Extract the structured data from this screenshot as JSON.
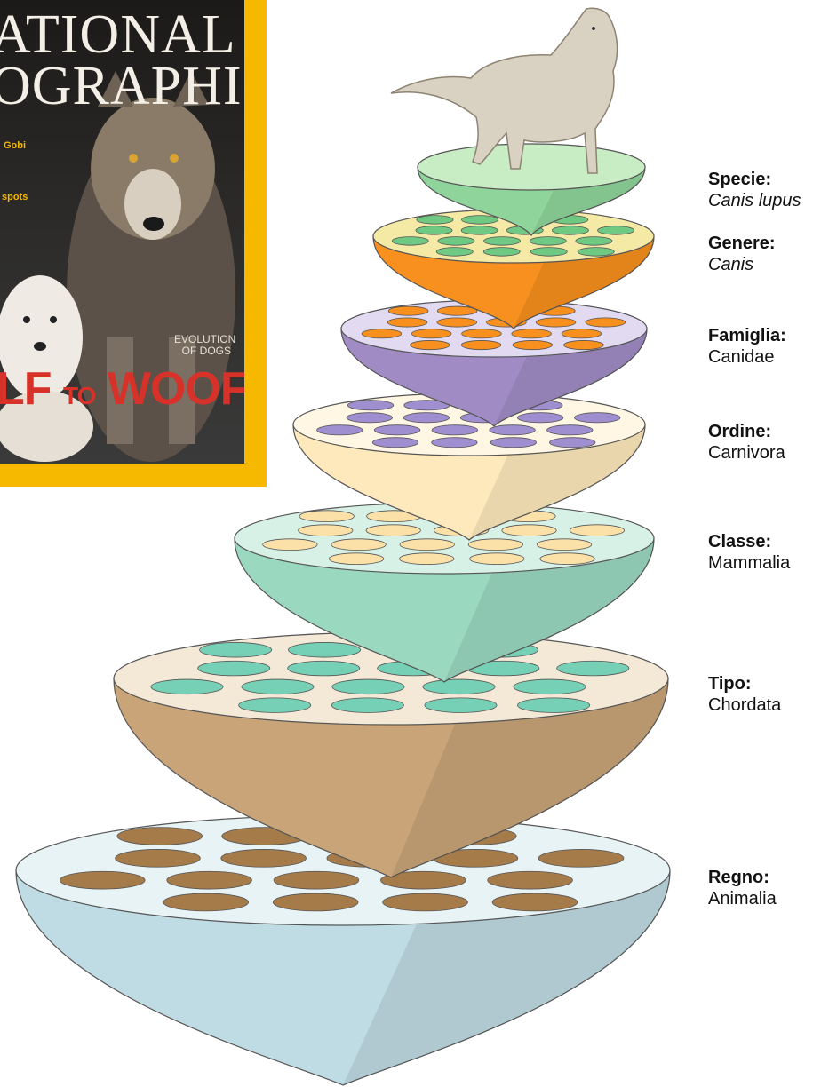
{
  "cover": {
    "masthead_line1": "ATIONAL",
    "masthead_line2": "OGRAPHIC",
    "snippet_1": "Gobi",
    "snippet_2": "spots",
    "tagline": "EVOLUTION OF DOGS",
    "headline_a": "LF",
    "headline_b": "TO",
    "headline_c": "WOOF",
    "colors": {
      "border": "#f7b800",
      "headline": "#d6322a"
    }
  },
  "levels": [
    {
      "rank": "Specie:",
      "taxon": "Canis lupus",
      "italic": true,
      "fill": "#8fd49a",
      "inner": "#c8ecc4",
      "spots": ""
    },
    {
      "rank": "Genere:",
      "taxon": "Canis",
      "italic": true,
      "fill": "#f7901e",
      "inner": "#f5e9a6",
      "spots": "#6fc982"
    },
    {
      "rank": "Famiglia:",
      "taxon": "Canidae",
      "italic": false,
      "fill": "#a08bc4",
      "inner": "#e2daf0",
      "spots": "#f7901e"
    },
    {
      "rank": "Ordine:",
      "taxon": "Carnivora",
      "italic": false,
      "fill": "#fde9bc",
      "inner": "#fff7e4",
      "spots": "#9f8fd0"
    },
    {
      "rank": "Classe:",
      "taxon": "Mammalia",
      "italic": false,
      "fill": "#9bd8c0",
      "inner": "#d7f1e6",
      "spots": "#fbe1a8"
    },
    {
      "rank": "Tipo:",
      "taxon": "Chordata",
      "italic": false,
      "fill": "#c9a478",
      "inner": "#f4e8d6",
      "spots": "#76d0b6"
    },
    {
      "rank": "Regno:",
      "taxon": "Animalia",
      "italic": false,
      "fill": "#bfdbe3",
      "inner": "#e8f3f6",
      "spots": "#a67b4a"
    }
  ]
}
